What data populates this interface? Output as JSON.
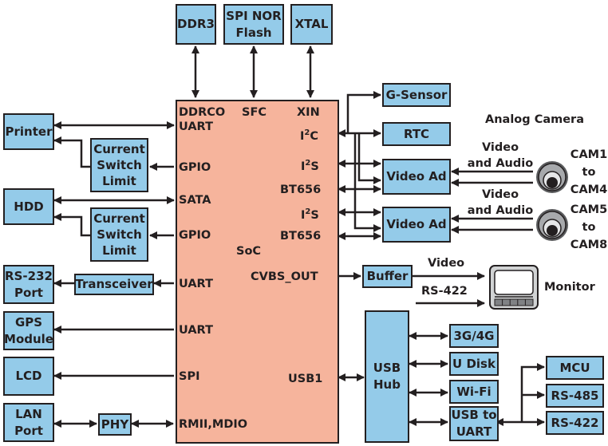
{
  "colors": {
    "block_fill": "#94cbe9",
    "soc_fill": "#f6b49c",
    "stroke": "#231f20"
  },
  "top_blocks": {
    "ddr3": "DDR3",
    "spi_nor_flash": "SPI NOR\nFlash",
    "xtal": "XTAL"
  },
  "left_blocks": {
    "printer": "Printer",
    "current_switch_limit_1": "Current\nSwitch\nLimit",
    "hdd": "HDD",
    "current_switch_limit_2": "Current\nSwitch\nLimit",
    "rs232_port": "RS-232\nPort",
    "transceiver": "Transceiver",
    "gps_module": "GPS\nModule",
    "lcd": "LCD",
    "lan_port": "LAN\nPort",
    "phy": "PHY"
  },
  "soc": {
    "title": "SoC",
    "left_pins": {
      "ddrco": "DDRCO",
      "uart_1": "UART",
      "gpio_1": "GPIO",
      "sata": "SATA",
      "gpio_2": "GPIO",
      "uart_2": "UART",
      "uart_3": "UART",
      "spi": "SPI",
      "rmii_mdio": "RMII,MDIO"
    },
    "top_pins": {
      "sfc": "SFC",
      "xin": "XIN"
    },
    "right_pins": {
      "i2c_base": "I",
      "i2c_sup": "2",
      "i2c_tail": "C",
      "i2s_1_base": "I",
      "i2s_1_sup": "2",
      "i2s_1_tail": "S",
      "bt656_1": "BT656",
      "i2s_2_base": "I",
      "i2s_2_sup": "2",
      "i2s_2_tail": "S",
      "bt656_2": "BT656",
      "cvbs_out": "CVBS_OUT",
      "usb1": "USB1"
    }
  },
  "right_blocks": {
    "g_sensor": "G-Sensor",
    "rtc": "RTC",
    "video_ad_1": "Video Ad",
    "video_ad_2": "Video Ad",
    "buffer": "Buffer",
    "usb_hub": "USB\nHub",
    "three_g_four_g": "3G/4G",
    "u_disk": "U Disk",
    "wifi": "Wi-Fi",
    "usb_to_uart": "USB to\nUART",
    "mcu": "MCU",
    "rs485": "RS-485",
    "rs422": "RS-422"
  },
  "annotations": {
    "analog_camera": "Analog Camera",
    "video_audio_1": "Video\nand Audio",
    "video_audio_2": "Video\nand Audio",
    "cam_group_1": "CAM1\nto\nCAM4",
    "cam_group_2": "CAM5\nto\nCAM8",
    "video": "Video",
    "rs422_signal": "RS-422",
    "monitor": "Monitor"
  }
}
